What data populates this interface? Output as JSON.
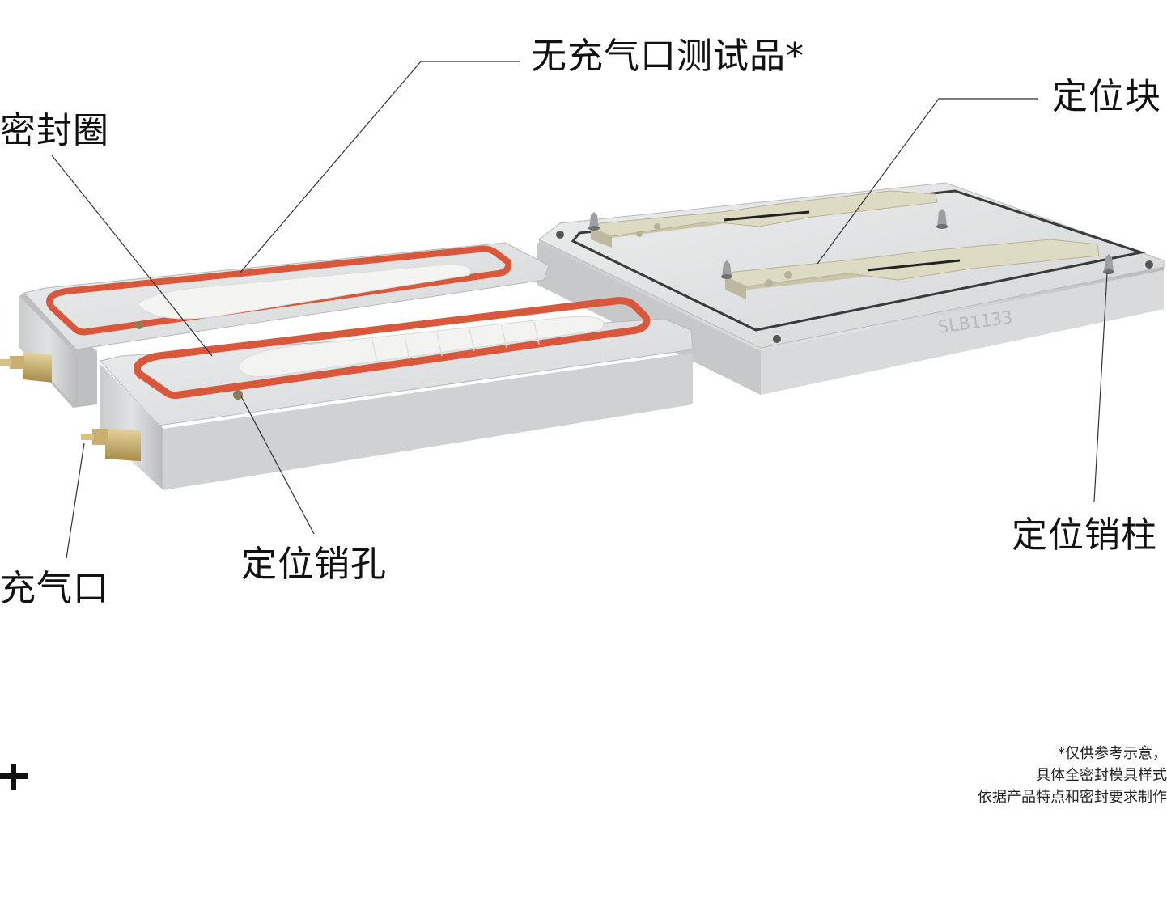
{
  "labels": {
    "test_product": "无充气口测试品*",
    "seal_ring": "密封圈",
    "locating_block": "定位块",
    "inflation_port": "充气口",
    "locating_pin_hole": "定位销孔",
    "locating_pin": "定位销柱"
  },
  "engraving": "SLB1133",
  "note": {
    "line1": "*仅供参考示意，",
    "line2": "具体全密封模具样式",
    "line3": "依据产品特点和密封要求制作"
  },
  "icon": "plus-icon",
  "colors": {
    "seal": "#d9573a",
    "block": "#d9d6bf",
    "metal": "#cfd1d3"
  }
}
